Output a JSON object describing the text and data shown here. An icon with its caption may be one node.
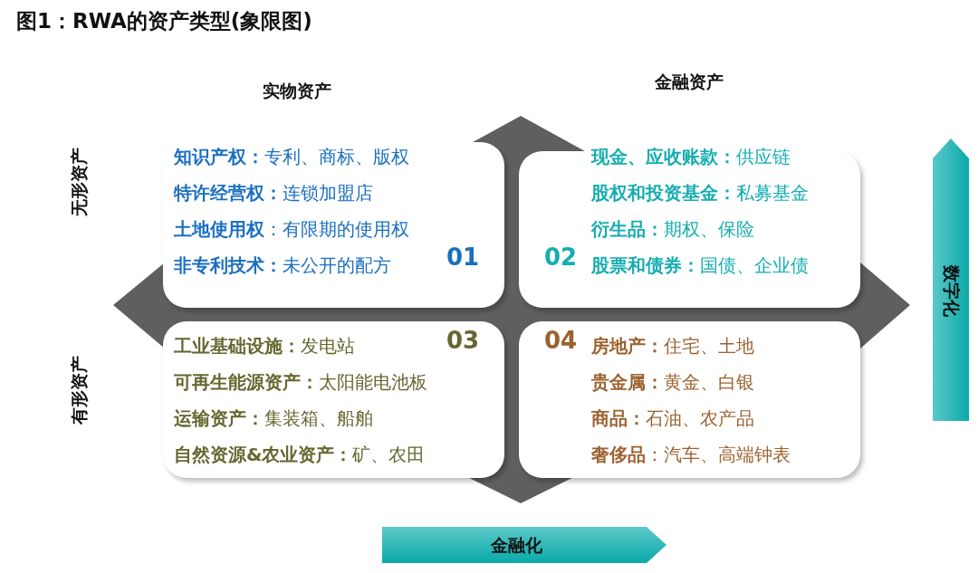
{
  "diagram": {
    "title": "图1：RWA的资产类型(象限图)",
    "nodes": [
      {
        "text": [
          "01",
          "**知识产权：**专利、商标、版权",
          "**特许经营权：**连锁加盟店",
          "**土地使用权**：有限期的使用权",
          "**非专利技术：**未公开的配方"
        ]
      },
      {
        "text": [
          "02",
          "**现金、应收账款：**供应链",
          "**股权和投资基金：**私募基金",
          "**衍生品：**期权、保险",
          "**股票和债券：**国债、企业债"
        ]
      },
      {
        "text": [
          "03",
          "**工业基础设施：**发电站",
          "**可再生能源资产：**太阳能电池板",
          "**运输资产：**集装箱、船舶",
          "**自然资源&农业资产：**矿、农田"
        ]
      },
      {
        "text": [
          "04",
          "**房地产：**住宅、土地",
          "**贵金属：**黄金、白银",
          "**商品：**石油、农产品",
          "**奢侈品**：汽车、高端钟表"
        ]
      },
      {
        "text": [
          "数字化"
        ]
      },
      {
        "text": [
          "金融化"
        ]
      }
    ],
    "labels": [
      "实物资产",
      "金融资产",
      "无形资产",
      "有形资产"
    ]
  }
}
